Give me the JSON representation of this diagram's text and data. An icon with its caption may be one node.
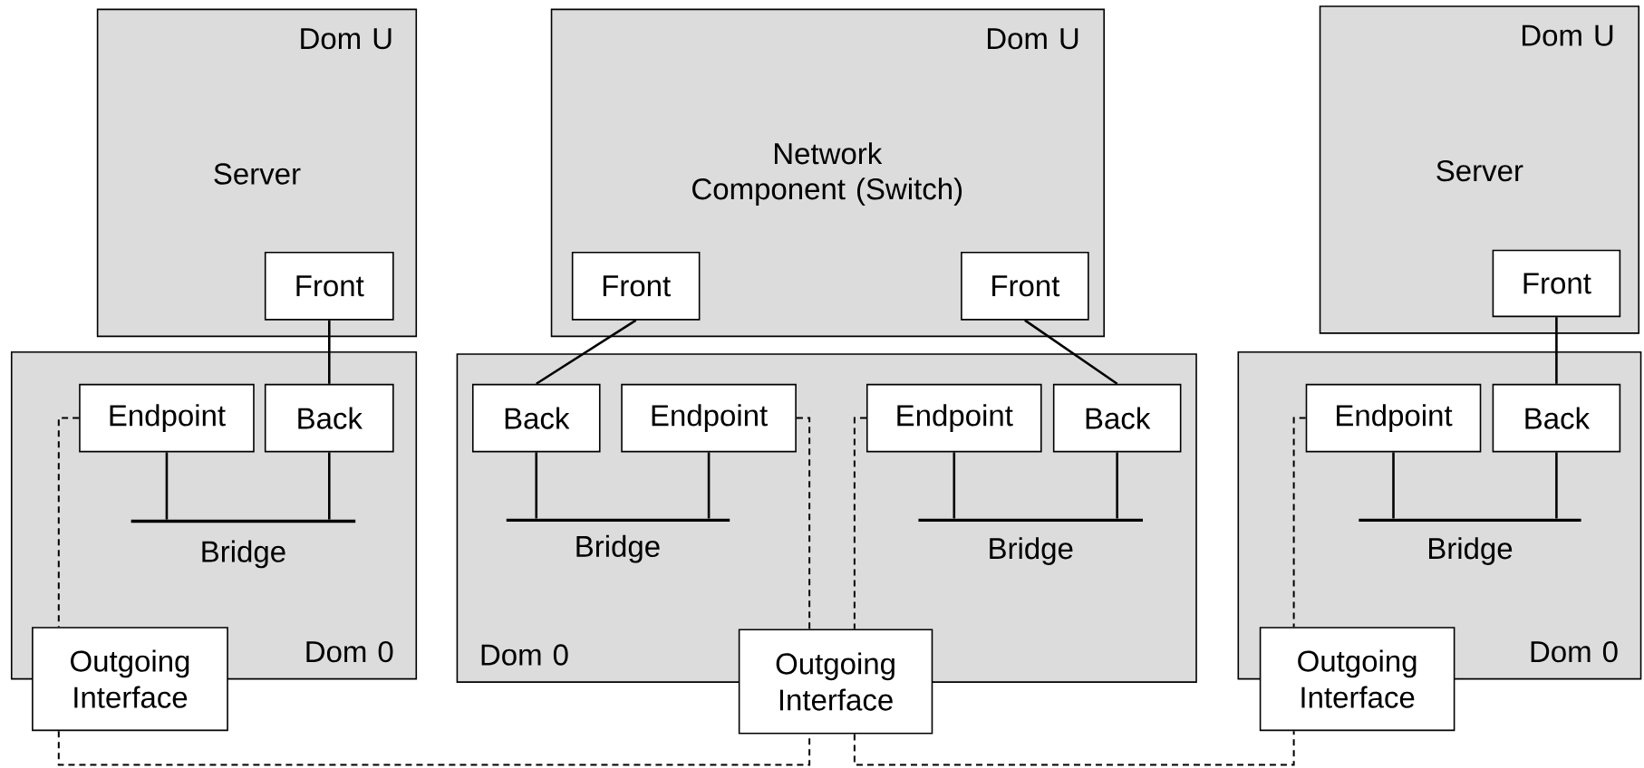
{
  "diagram": {
    "nodes": [
      {
        "text": [
          "Dom U",
          "Server"
        ]
      },
      {
        "text": [
          "Front"
        ],
        "in": 0
      },
      {
        "text": [
          "Dom U",
          "Network Component (Switch)"
        ]
      },
      {
        "text": [
          "Front"
        ],
        "in": 2
      },
      {
        "text": [
          "Front"
        ],
        "in": 2
      },
      {
        "text": [
          "Dom U",
          "Server"
        ]
      },
      {
        "text": [
          "Front"
        ],
        "in": 5
      },
      {
        "text": [
          "Dom 0"
        ]
      },
      {
        "text": [
          "Endpoint"
        ],
        "in": 7
      },
      {
        "text": [
          "Back"
        ],
        "in": 7
      },
      {
        "text": [
          "Bridge"
        ],
        "in": 7
      },
      {
        "text": [
          "Outgoing Interface"
        ]
      },
      {
        "text": [
          "Dom 0"
        ]
      },
      {
        "text": [
          "Back"
        ],
        "in": 12
      },
      {
        "text": [
          "Endpoint"
        ],
        "in": 12
      },
      {
        "text": [
          "Bridge"
        ],
        "in": 12
      },
      {
        "text": [
          "Endpoint"
        ],
        "in": 12
      },
      {
        "text": [
          "Back"
        ],
        "in": 12
      },
      {
        "text": [
          "Bridge"
        ],
        "in": 12
      },
      {
        "text": [
          "Outgoing Interface"
        ]
      },
      {
        "text": [
          "Dom 0"
        ]
      },
      {
        "text": [
          "Endpoint"
        ],
        "in": 20
      },
      {
        "text": [
          "Back"
        ],
        "in": 20
      },
      {
        "text": [
          "Bridge"
        ],
        "in": 20
      },
      {
        "text": [
          "Outgoing Interface"
        ]
      }
    ],
    "edges": [
      {
        "from": 1,
        "to": 9,
        "arrow": "none"
      },
      {
        "from": 3,
        "to": 13,
        "arrow": "none"
      },
      {
        "from": 4,
        "to": 17,
        "arrow": "none"
      },
      {
        "from": 6,
        "to": 22,
        "arrow": "none"
      },
      {
        "from": 8,
        "to": 10,
        "arrow": "none"
      },
      {
        "from": 9,
        "to": 10,
        "arrow": "none"
      },
      {
        "from": 13,
        "to": 15,
        "arrow": "none"
      },
      {
        "from": 14,
        "to": 15,
        "arrow": "none"
      },
      {
        "from": 16,
        "to": 18,
        "arrow": "none"
      },
      {
        "from": 17,
        "to": 18,
        "arrow": "none"
      },
      {
        "from": 21,
        "to": 23,
        "arrow": "none"
      },
      {
        "from": 22,
        "to": 23,
        "arrow": "none"
      },
      {
        "from": 8,
        "to": 11,
        "arrow": "none",
        "style": "dashed"
      },
      {
        "from": 14,
        "to": 19,
        "arrow": "none",
        "style": "dashed"
      },
      {
        "from": 16,
        "to": 19,
        "arrow": "none",
        "style": "dashed"
      },
      {
        "from": 21,
        "to": 24,
        "arrow": "none",
        "style": "dashed"
      },
      {
        "from": 11,
        "to": 19,
        "arrow": "none",
        "style": "dashed"
      },
      {
        "from": 19,
        "to": 24,
        "arrow": "none",
        "style": "dashed"
      }
    ]
  }
}
